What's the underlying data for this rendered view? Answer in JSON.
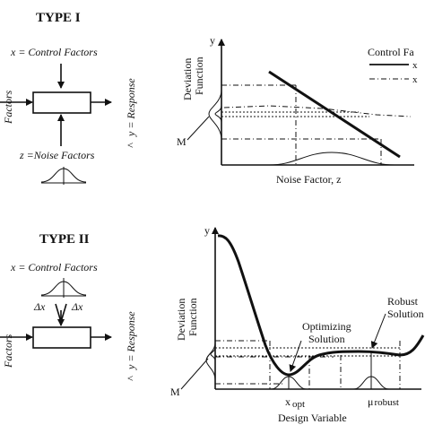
{
  "type1": {
    "title": "TYPE I",
    "control_label": "x = Control  Factors",
    "noise_label": "z =Noise Factors",
    "response_label": "y = Response",
    "response_hat": "^",
    "left_edge_label": "Factors",
    "plot": {
      "ylabel_line1": "Deviation",
      "ylabel_line2": "Function",
      "y_axis": "y",
      "marker": "M",
      "xlabel": "Noise Factor, z",
      "legend_title": "Control Fa",
      "legend_entry_1": "x",
      "legend_entry_2": "x"
    }
  },
  "type2": {
    "title": "TYPE  II",
    "control_label": "x = Control  Factors",
    "delta_left": "Δx",
    "delta_right": "Δx",
    "response_label": "y = Response",
    "response_hat": "^",
    "left_edge_label": "Factors",
    "plot": {
      "ylabel_line1": "Deviation",
      "ylabel_line2": "Function",
      "y_axis": "y",
      "marker": "M",
      "optimizing_line1": "Optimizing",
      "optimizing_line2": "Solution",
      "robust_line1": "Robust",
      "robust_line2": "Solution",
      "x_opt_main": "x",
      "x_opt_sub": "opt",
      "mu_main": "μ",
      "mu_sub": "robust",
      "xlabel": "Design  Variable"
    }
  }
}
